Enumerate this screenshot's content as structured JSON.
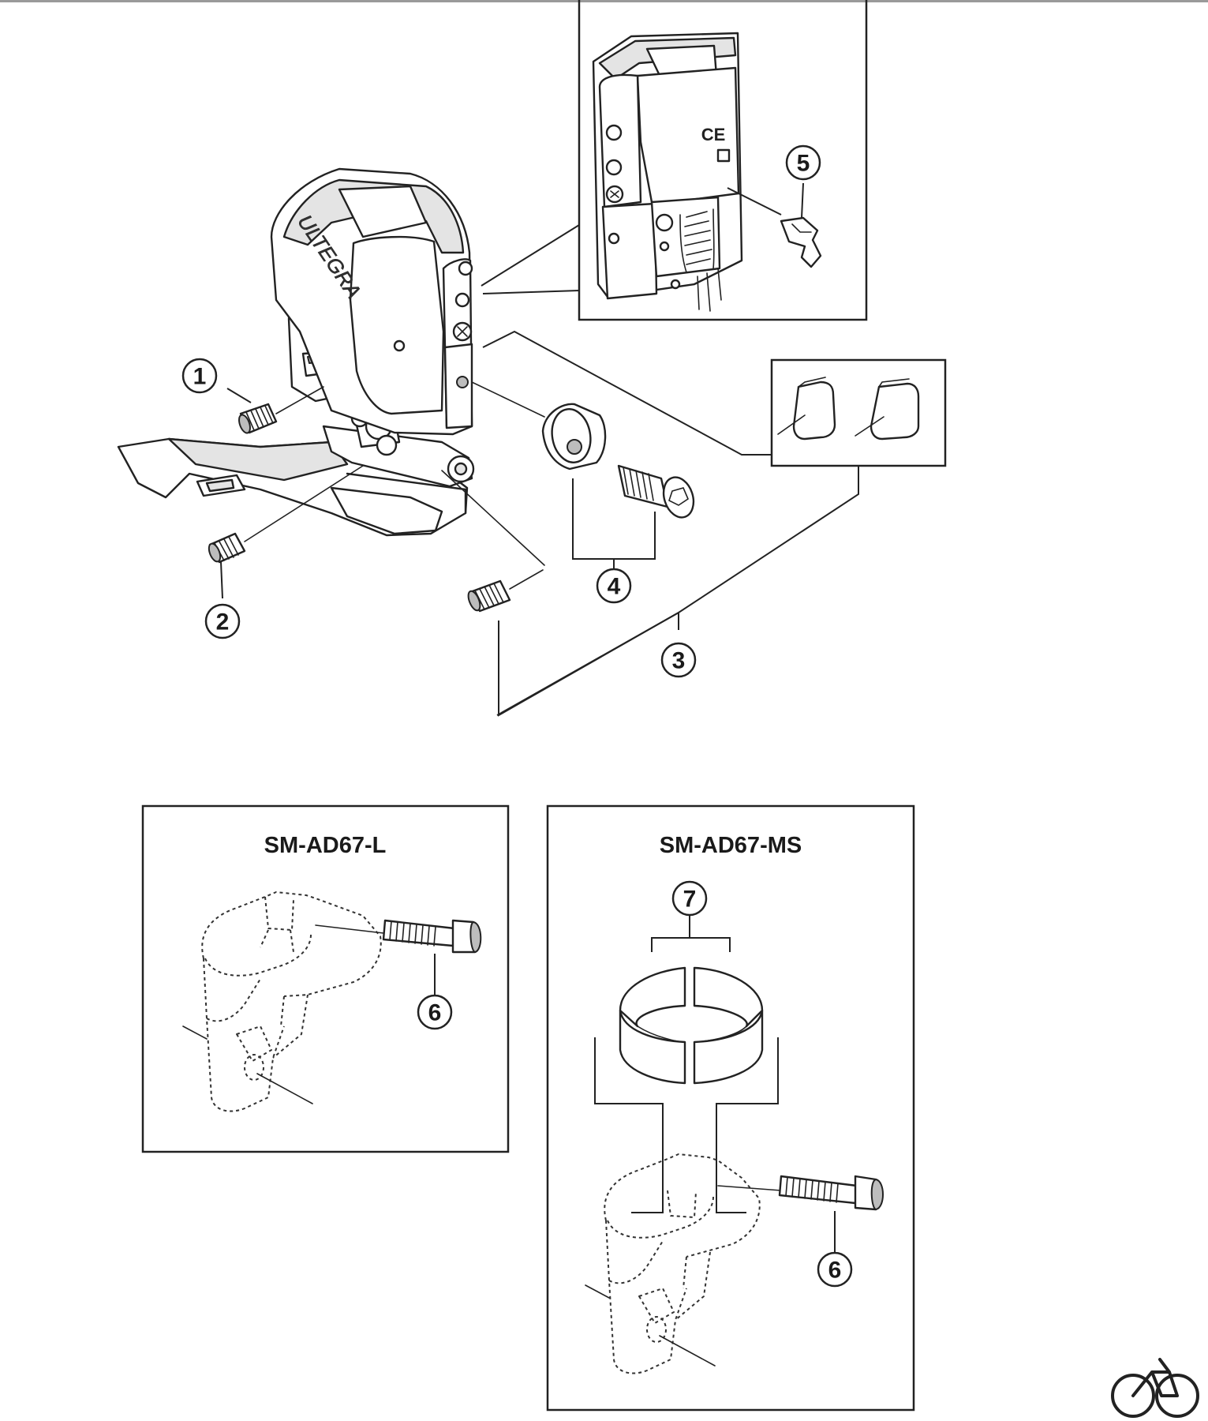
{
  "diagram": {
    "brand_mark": "ULTEGRA",
    "markings": {
      "ce": "CE"
    },
    "callouts": [
      "1",
      "2",
      "3",
      "4",
      "5",
      "6",
      "6",
      "7"
    ],
    "boxes": [
      {
        "title": "SM-AD67-L"
      },
      {
        "title": "SM-AD67-MS"
      }
    ]
  },
  "logo": {
    "name": "bicycle-logo-icon"
  }
}
